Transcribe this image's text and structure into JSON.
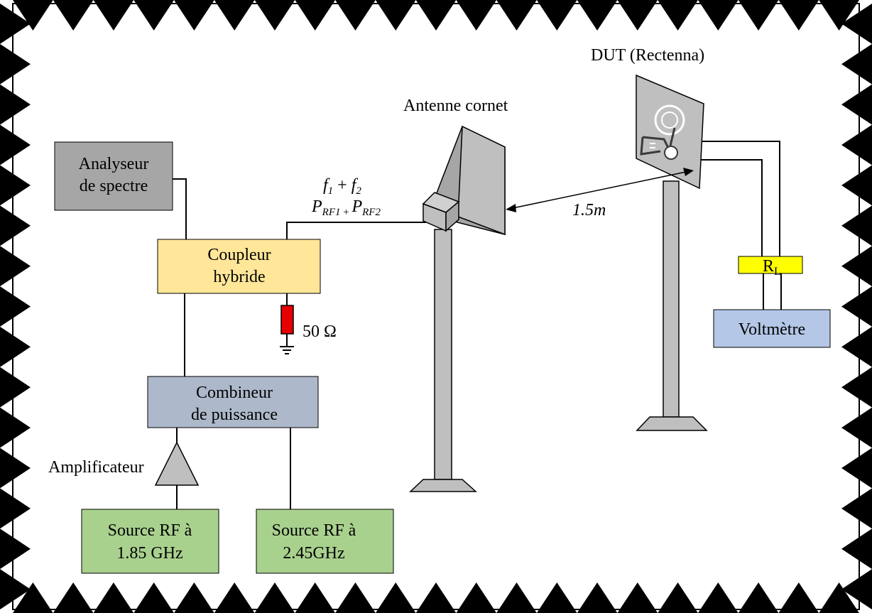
{
  "colors": {
    "analyzer": "#a6a6a6",
    "coupler": "#ffe699",
    "combiner": "#adb9ca",
    "source": "#a9d18e",
    "voltmeter": "#b4c7e7",
    "load": "#ffff00",
    "resistor": "#e60000",
    "horn": "#bfbfbf",
    "border": "#000000"
  },
  "icons": {
    "amplifier": "triangle-amplifier-icon",
    "ground": "ground-icon",
    "resistor": "resistor-icon",
    "horn_antenna": "horn-antenna-icon",
    "rectenna": "rectenna-board-icon"
  },
  "blocks": {
    "analyzer": [
      "Analyseur",
      "de spectre"
    ],
    "coupler": [
      "Coupleur",
      "hybride"
    ],
    "combiner": [
      "Combineur",
      "de puissance"
    ],
    "source1": [
      "Source RF à",
      "1.85 GHz"
    ],
    "source2": [
      "Source RF à",
      "2.45GHz"
    ],
    "voltmeter": "Voltmètre",
    "load": {
      "main": "R",
      "sub": "L"
    }
  },
  "labels": {
    "amplifier": "Amplificateur",
    "resistor": "50 Ω",
    "horn": "Antenne cornet",
    "dut": "DUT (Rectenna)",
    "distance": "1.5m"
  },
  "signal": {
    "freq": {
      "f1": "f",
      "f1_sub": "1",
      "plus": " + ",
      "f2": "f",
      "f2_sub": "2"
    },
    "power": {
      "p1": "P",
      "p1_sub": "RF1",
      "plus": " + ",
      "p2": "P",
      "p2_sub": "RF2"
    }
  }
}
